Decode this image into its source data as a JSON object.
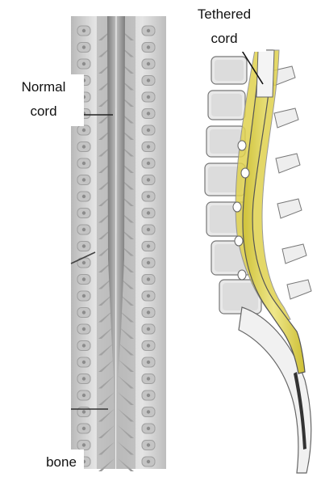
{
  "labels": {
    "normal_line1": "Normal",
    "normal_line2": "cord",
    "tethered_line1": "Tethered",
    "tethered_line2": "cord",
    "bone": "bone"
  },
  "colors": {
    "cord_yellow": "#e6dc52",
    "bone_gray": "#9a9a9a",
    "panel_bg": "#cfcfcf",
    "ink": "#111111"
  },
  "icons": {
    "pointer": "leader-line"
  }
}
